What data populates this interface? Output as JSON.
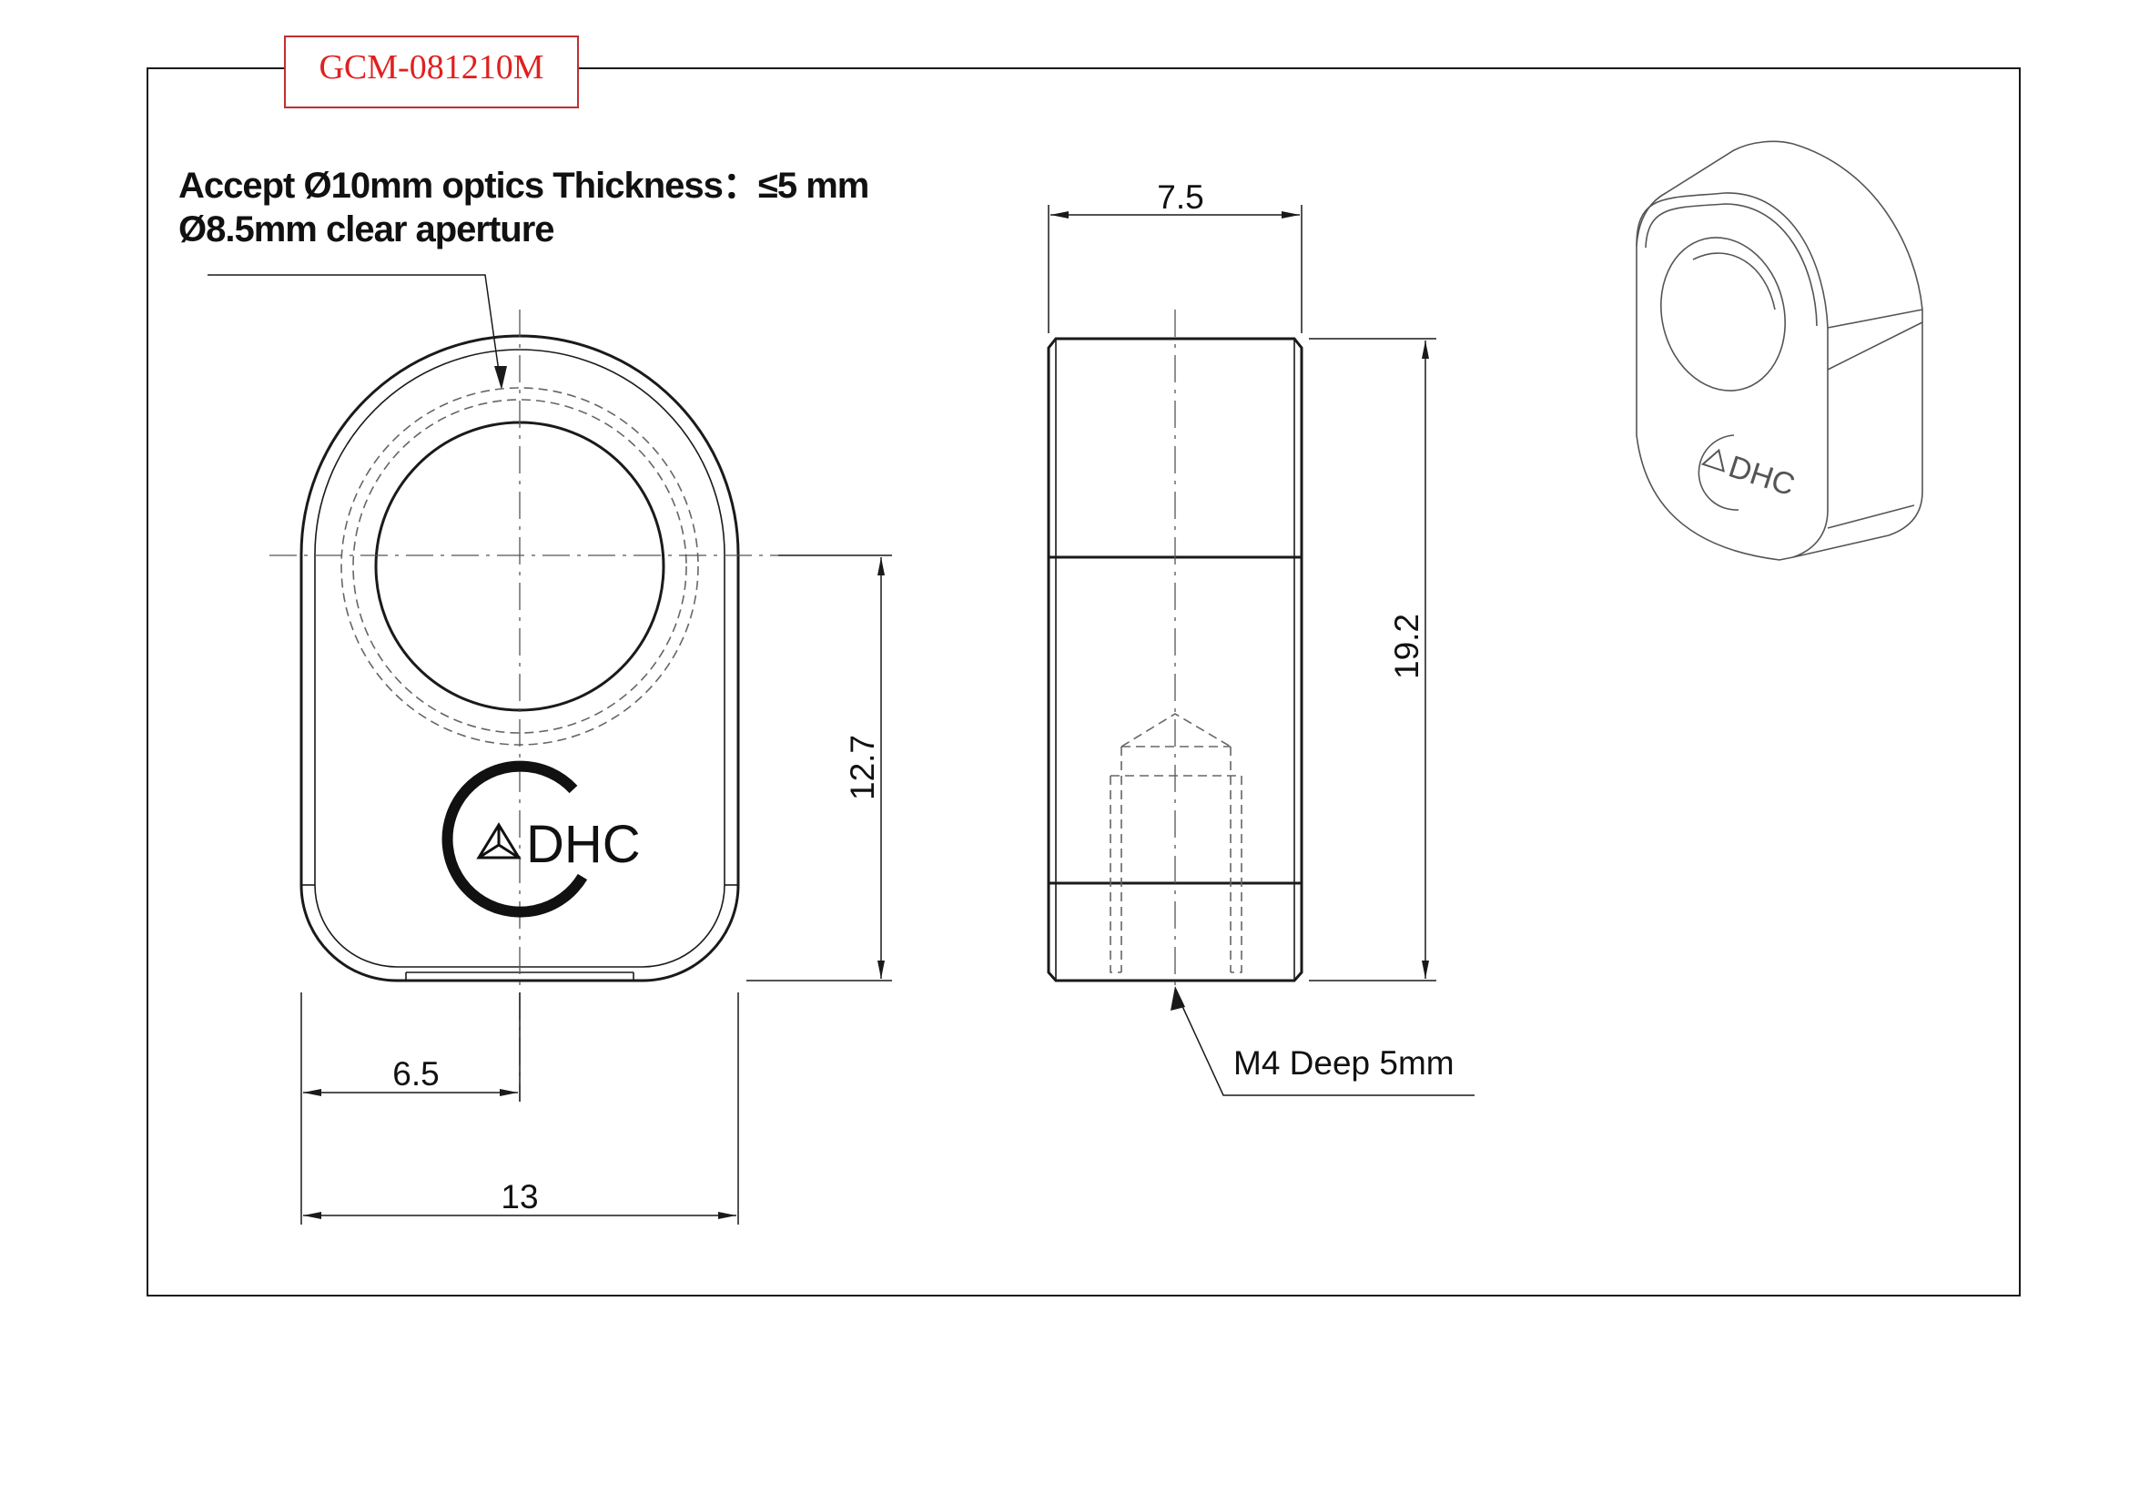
{
  "part_number": "GCM-081210M",
  "colors": {
    "part_number_text": "#e02020",
    "part_number_border": "#c03030",
    "line": "#1a1a1a"
  },
  "notes": {
    "line1": "Accept Ø10mm optics Thickness：≤5 mm",
    "line2": "Ø8.5mm clear aperture"
  },
  "logo": {
    "text": "DHC",
    "icon": "triangle-logo-icon"
  },
  "dimensions": {
    "width_half": "6.5",
    "width_full": "13",
    "center_height": "12.7",
    "thickness": "7.5",
    "total_height": "19.2"
  },
  "callouts": {
    "thread": "M4 Deep 5mm"
  }
}
